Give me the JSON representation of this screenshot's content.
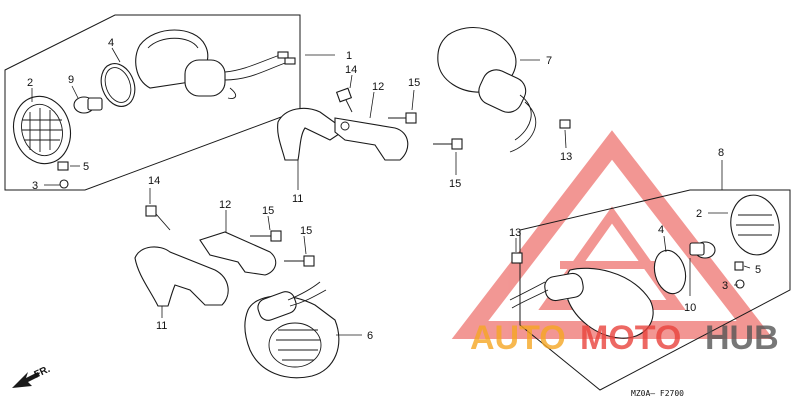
{
  "diagram": {
    "code": "MZ0A– F2700",
    "direction_mark": "FR.",
    "callouts": {
      "c1": "1",
      "c2a": "2",
      "c4a": "4",
      "c9": "9",
      "c5a": "5",
      "c3a": "3",
      "c14a": "14",
      "c12a": "12",
      "c15a": "15",
      "c11a": "11",
      "c15b": "15",
      "c7": "7",
      "c13a": "13",
      "c14b": "14",
      "c12b": "12",
      "c15c": "15",
      "c15d": "15",
      "c11b": "11",
      "c6": "6",
      "c8": "8",
      "c2b": "2",
      "c13b": "13",
      "c4b": "4",
      "c5b": "5",
      "c10": "10",
      "c3b": "3"
    }
  },
  "watermark": {
    "auto": "AUTO",
    "moto": "MOTO",
    "hub": "HUB",
    "orange": "#f5a623",
    "red": "#e8423c",
    "gray": "#555555"
  }
}
